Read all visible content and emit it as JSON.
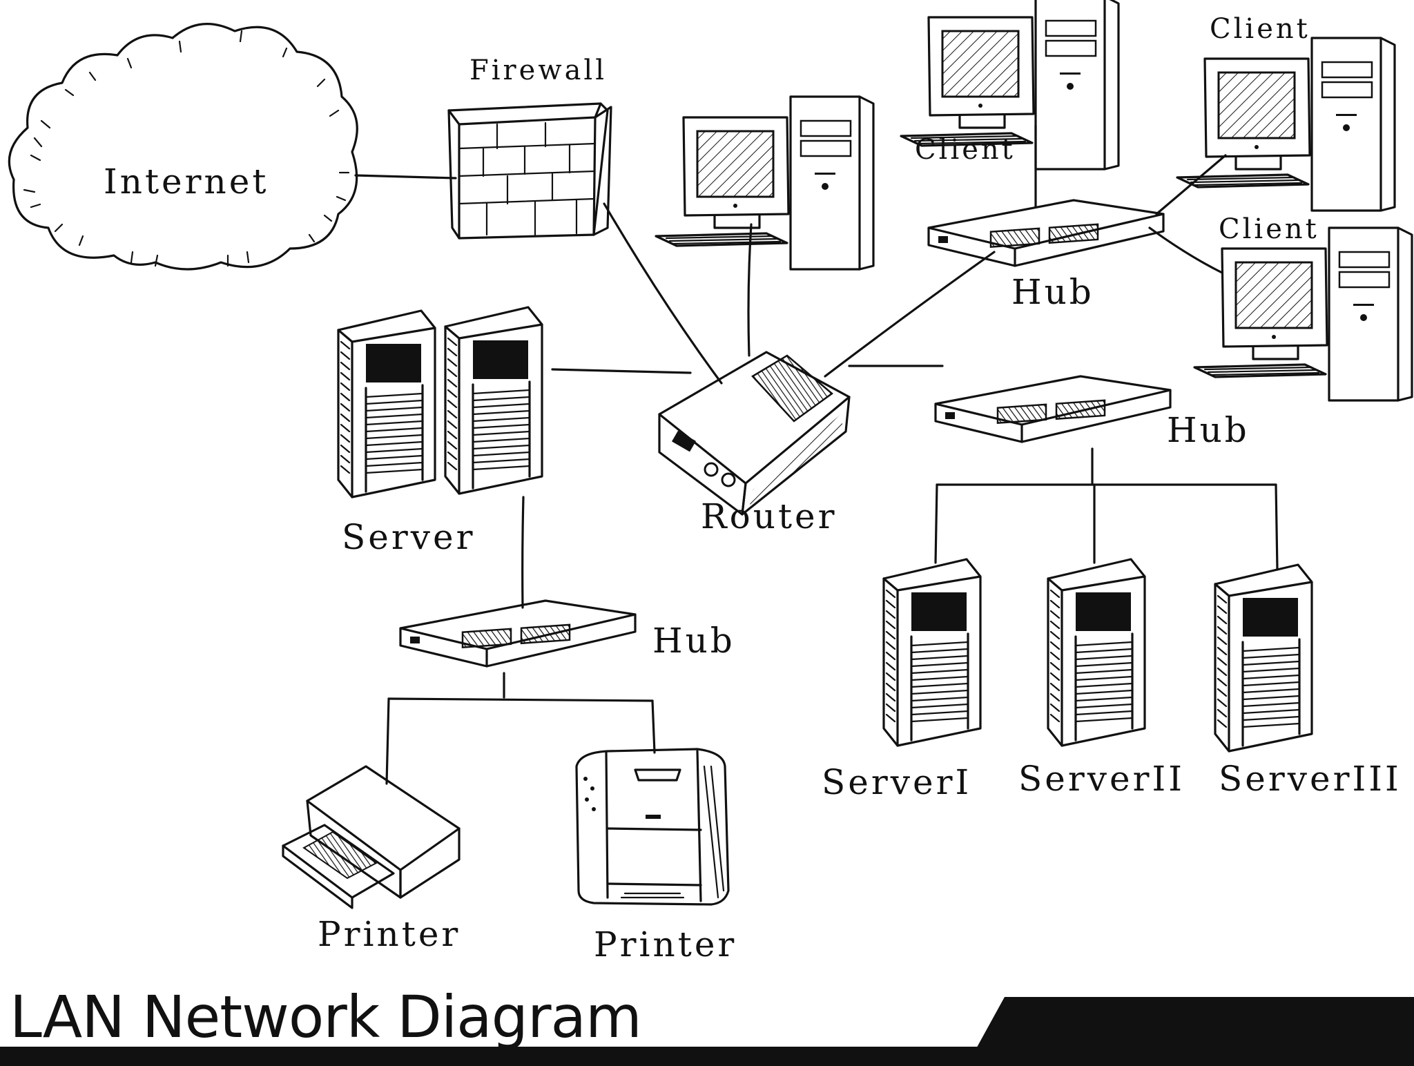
{
  "title": "LAN Network Diagram",
  "nodes": {
    "internet": "Internet",
    "firewall": "Firewall",
    "router": "Router",
    "server": "Server",
    "hub_top": "Hub",
    "hub_mid": "Hub",
    "hub_left": "Hub",
    "client_1": "Client",
    "client_2": "Client",
    "client_3": "Client",
    "server_1": "ServerI",
    "server_2": "ServerII",
    "server_3": "ServerIII",
    "printer_1": "Printer",
    "printer_2": "Printer"
  },
  "colors": {
    "ink": "#111111",
    "paper": "#ffffff"
  }
}
